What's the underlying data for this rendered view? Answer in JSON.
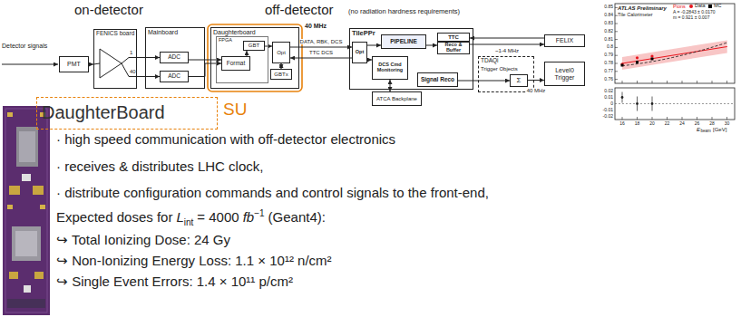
{
  "diagram": {
    "nodes": [
      {
        "text": [
          "PMT"
        ]
      },
      {
        "text": [
          "FENICS board"
        ]
      },
      {
        "text": [
          "Mainboard"
        ]
      },
      {
        "text": [
          "ADC"
        ],
        "in": 2
      },
      {
        "text": [
          "ADC"
        ],
        "in": 2
      },
      {
        "text": [
          "Daughterboard"
        ]
      },
      {
        "text": [
          "FPGA"
        ],
        "in": 5
      },
      {
        "text": [
          "Format"
        ],
        "in": 6
      },
      {
        "text": [
          "GBT"
        ],
        "in": 6
      },
      {
        "text": [
          "Opt"
        ],
        "in": 5
      },
      {
        "text": [
          "GBTx"
        ],
        "in": 5
      },
      {
        "text": [
          "TilePPr"
        ]
      },
      {
        "text": [
          "Opt"
        ],
        "in": 11
      },
      {
        "text": [
          "PIPELINE"
        ],
        "in": 11
      },
      {
        "text": [
          "TTC"
        ],
        "in": 11
      },
      {
        "text": [
          "Reco & Buffer"
        ],
        "in": 11
      },
      {
        "text": [
          "DCS Cmd Monitoring"
        ],
        "in": 11
      },
      {
        "text": [
          "Signal Reco"
        ],
        "in": 11
      },
      {
        "text": [
          "ATCA Backplane"
        ]
      },
      {
        "text": [
          "TDAQi",
          "Trigger Objects"
        ]
      },
      {
        "text": [
          "Σ"
        ],
        "in": 19
      },
      {
        "text": [
          "FELIX"
        ]
      },
      {
        "text": [
          "Level0 Trigger"
        ]
      },
      {
        "text": [
          "DaughterBoard"
        ]
      }
    ],
    "edges": [
      {
        "from": 0,
        "to": 1,
        "arrow": "to"
      },
      {
        "from": 1,
        "to": 3,
        "arrow": "to"
      },
      {
        "from": 1,
        "to": 4,
        "arrow": "to"
      },
      {
        "from": 3,
        "to": 7,
        "arrow": "to"
      },
      {
        "from": 4,
        "to": 7,
        "arrow": "to"
      },
      {
        "from": 7,
        "to": 8,
        "arrow": "to"
      },
      {
        "from": 8,
        "to": 9,
        "arrow": "to"
      },
      {
        "from": 10,
        "to": 9,
        "arrow": "both"
      },
      {
        "from": 9,
        "to": 12,
        "label": "DATA, RBK, DCS",
        "arrow": "to"
      },
      {
        "from": 12,
        "to": 9,
        "label": "TTC DCS",
        "arrow": "to"
      },
      {
        "from": 12,
        "to": 13,
        "arrow": "to"
      },
      {
        "from": 12,
        "to": 16,
        "arrow": "to"
      },
      {
        "from": 13,
        "to": 15,
        "arrow": "to"
      },
      {
        "from": 15,
        "to": 21,
        "label": "~1-4 MHz",
        "arrow": "to"
      },
      {
        "from": 21,
        "to": 14,
        "arrow": "to"
      },
      {
        "from": 17,
        "to": 20,
        "arrow": "to"
      },
      {
        "from": 20,
        "to": 22,
        "label": "40 MHz",
        "arrow": "to"
      },
      {
        "from": 16,
        "to": 18,
        "arrow": "both"
      }
    ],
    "labels": [
      "on-detector",
      "off-detector",
      "(no radiation hardness requirements)",
      "Detector signals",
      "1",
      "40",
      "40 MHz",
      "SU",
      "· high speed communication with off-detector electronics",
      "· receives & distributes LHC clock,",
      "· distribute configuration commands and control signals to the front-end,",
      "Expected doses for",
      "L",
      "int",
      "= 4000",
      "fb",
      "−1",
      "(Geant4):",
      "↪ Total Ionizing Dose: 24 Gy",
      "↪ Non-Ionizing Energy Loss: 1.1 × 10¹² n/cm²",
      "↪ Single Event Errors: 1.4 × 10¹¹ p/cm²",
      "ATLAS Preliminary",
      "Tile Calorimeter",
      "Pions",
      "A = -0.2843 ± 0.0170",
      "m = 0.921 ± 0.007",
      "0.85",
      "0.84",
      "0.83",
      "0.82",
      "0.81",
      "0.8",
      "0.79",
      "0.78",
      "0.77",
      "0.76",
      "0.02",
      "0.01",
      "0",
      "-0.01",
      "-0.02",
      "16",
      "18",
      "20",
      "22",
      "24",
      "26",
      "28",
      "30",
      "E",
      "beam",
      "[GeV]"
    ],
    "legend": [
      {
        "text": "Data",
        "color": "#e8141c"
      },
      {
        "text": "MC",
        "color": "#000000"
      }
    ]
  }
}
